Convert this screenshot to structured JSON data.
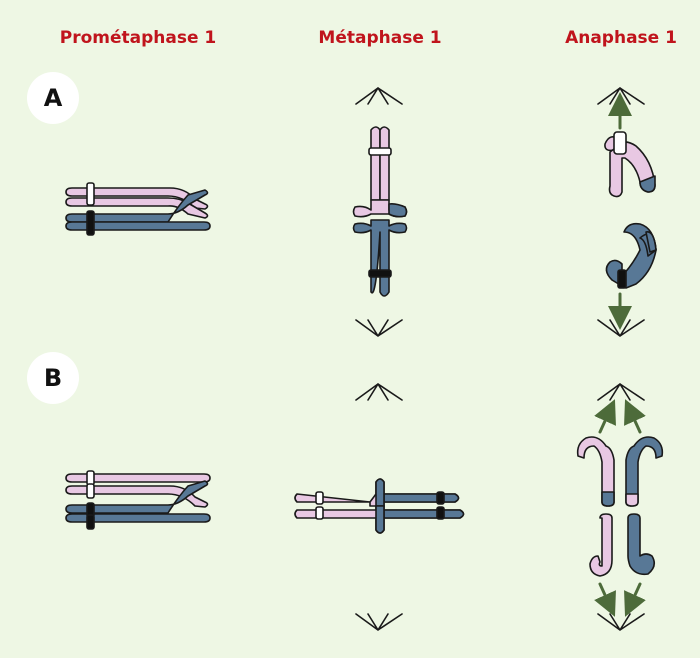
{
  "headers": {
    "prometaphase": "Prométaphase 1",
    "metaphase": "Métaphase 1",
    "anaphase": "Anaphase 1"
  },
  "rows": {
    "a": "A",
    "b": "B"
  },
  "colors": {
    "background": "#eef7e4",
    "header_text": "#c0141c",
    "pink_chromosome": "#e8c8e3",
    "blue_chromosome": "#587896",
    "outline": "#1a1a1a",
    "arrow": "#4d6b3a"
  }
}
